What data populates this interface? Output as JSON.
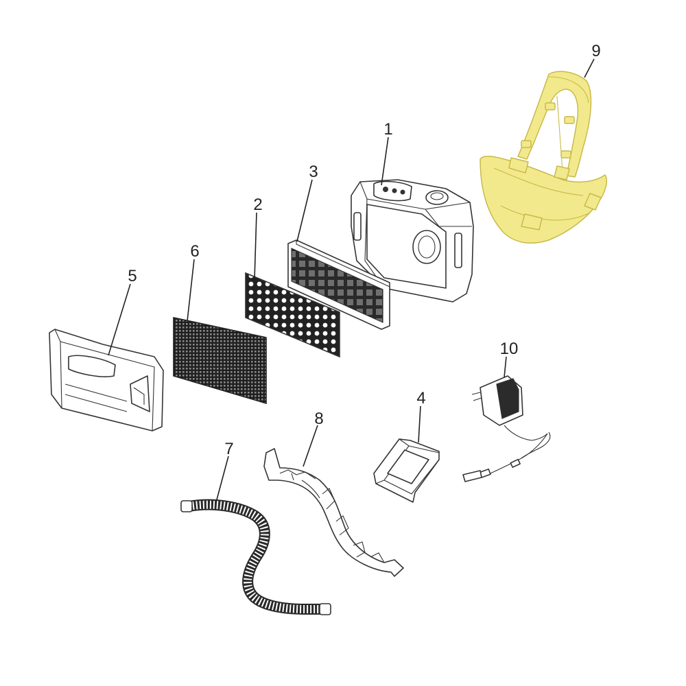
{
  "diagram": {
    "callouts": {
      "c1": "1",
      "c2": "2",
      "c3": "3",
      "c4": "4",
      "c5": "5",
      "c6": "6",
      "c7": "7",
      "c8": "8",
      "c9": "9",
      "c10": "10"
    },
    "colors": {
      "highlight": "#f2e98c",
      "highlight_stroke": "#c9b94a",
      "line": "#333333",
      "mesh": "#2b2b2b",
      "background": "#ffffff"
    }
  }
}
